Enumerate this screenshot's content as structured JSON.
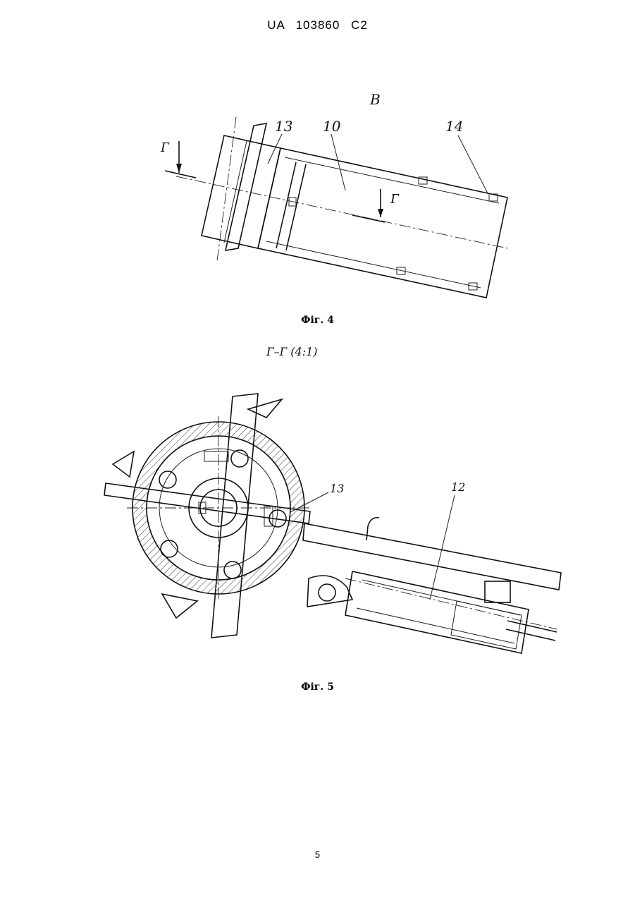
{
  "header": {
    "text": "UA   103860   C2"
  },
  "figure4": {
    "view_label": "В",
    "section_mark": "Г",
    "part_labels": [
      "13",
      "10",
      "14"
    ],
    "caption": "Фіг. 4"
  },
  "figure5": {
    "section_title": "Г–Г (4:1)",
    "part_labels": [
      "13",
      "12"
    ],
    "caption": "Фіг. 5"
  },
  "page_number": "5"
}
